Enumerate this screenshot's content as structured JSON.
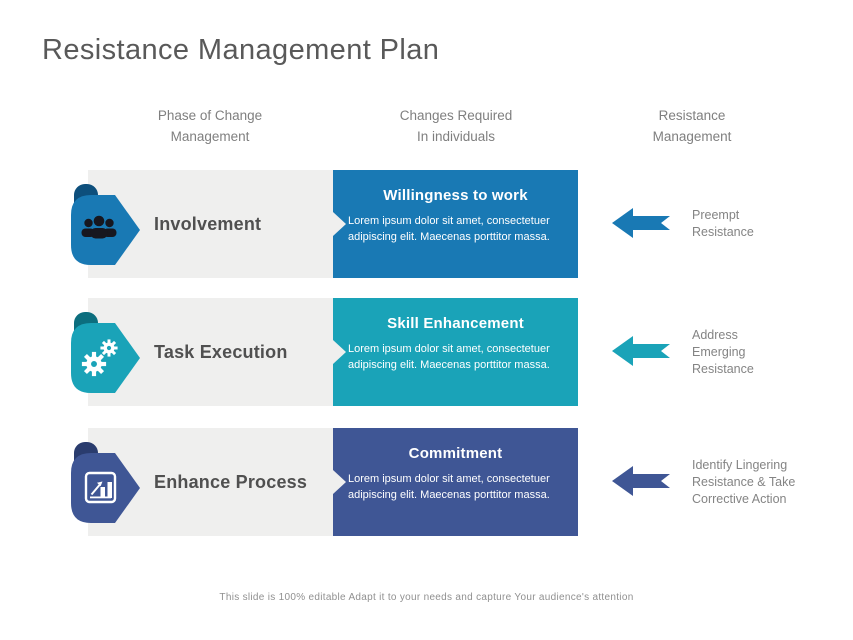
{
  "slide": {
    "title": "Resistance Management Plan",
    "footer": "This slide is 100% editable Adapt it to your needs and capture Your audience's attention"
  },
  "columns": [
    {
      "label": "Phase of Change\nManagement"
    },
    {
      "label": "Changes Required\nIn individuals"
    },
    {
      "label": "Resistance\nManagement"
    }
  ],
  "rows": [
    {
      "phase": "Involvement",
      "icon": "people-icon",
      "change_title": "Willingness to work",
      "change_body": "Lorem  ipsum dolor sit amet, consectetuer adipiscing elit. Maecenas porttitor massa.",
      "resistance": "Preempt\nResistance",
      "color": "#1979b4",
      "fold_color": "#0d4f7c"
    },
    {
      "phase": "Task Execution",
      "icon": "gears-icon",
      "change_title": "Skill Enhancement",
      "change_body": "Lorem  ipsum dolor sit amet, consectetuer adipiscing elit. Maecenas porttitor massa.",
      "resistance": "Address\nEmerging\nResistance",
      "color": "#1aa3b8",
      "fold_color": "#0c6e7e"
    },
    {
      "phase": "Enhance Process",
      "icon": "bar-chart-icon",
      "change_title": "Commitment",
      "change_body": "Lorem  ipsum dolor sit amet, consectetuer adipiscing elit. Maecenas porttitor massa.",
      "resistance": "Identify Lingering\nResistance & Take\nCorrective Action",
      "color": "#3f5695",
      "fold_color": "#2a3c6e"
    }
  ],
  "colors": {
    "panel": "#efefee",
    "title_text": "#595959",
    "header_text": "#7f7f7f",
    "phase_text": "#505050",
    "people_icon": "#17171f"
  }
}
